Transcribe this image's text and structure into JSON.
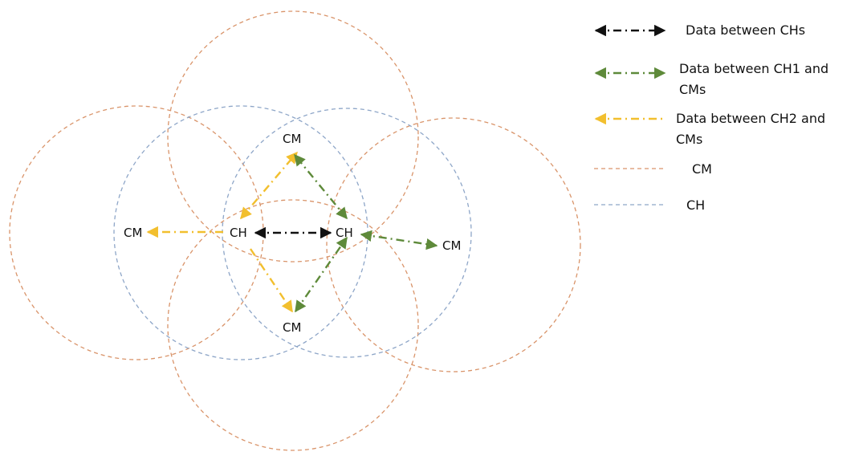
{
  "colors": {
    "cm_range": "#d9946a",
    "ch_range": "#8ea6c8",
    "data_chs": "#111111",
    "data_ch1": "#5e8a3a",
    "data_ch2": "#f2bf2e"
  },
  "nodes": {
    "cm_top": "CM",
    "cm_left": "CM",
    "ch_left": "CH",
    "ch_right": "CH",
    "cm_right": "CM",
    "cm_bottom": "CM"
  },
  "legend": {
    "data_chs": "Data between CHs",
    "data_ch1_line1": "Data between CH1 and",
    "data_ch1_line2": "CMs",
    "data_ch2_line1": "Data between CH2 and",
    "data_ch2_line2": "CMs",
    "cm": "CM",
    "ch": "CH"
  }
}
